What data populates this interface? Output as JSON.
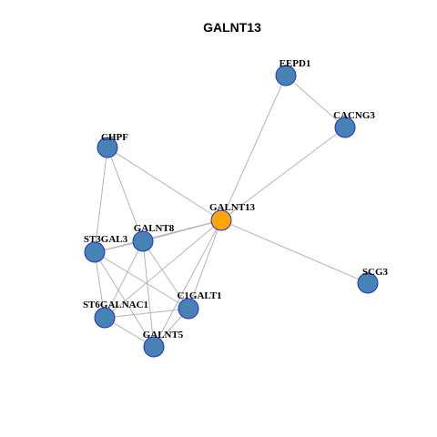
{
  "title": "GALNT13",
  "colors": {
    "background": "#ffffff",
    "edge": "#b4b4b4",
    "node_default_fill": "#4682b4",
    "node_focus_fill": "#ffa500",
    "node_border": "#1f2fd0"
  },
  "nodes": [
    {
      "id": "EEPD1",
      "focus": false
    },
    {
      "id": "CACNG3",
      "focus": false
    },
    {
      "id": "CHPF",
      "focus": false
    },
    {
      "id": "GALNT13",
      "focus": true
    },
    {
      "id": "GALNT8",
      "focus": false
    },
    {
      "id": "ST3GAL3",
      "focus": false
    },
    {
      "id": "SCG3",
      "focus": false
    },
    {
      "id": "C1GALT1",
      "focus": false
    },
    {
      "id": "ST6GALNAC1",
      "focus": false
    },
    {
      "id": "GALNT5",
      "focus": false
    }
  ],
  "edges": [
    [
      "EEPD1",
      "CACNG3"
    ],
    [
      "EEPD1",
      "GALNT13"
    ],
    [
      "CACNG3",
      "GALNT13"
    ],
    [
      "CHPF",
      "GALNT13"
    ],
    [
      "CHPF",
      "GALNT8"
    ],
    [
      "CHPF",
      "ST3GAL3"
    ],
    [
      "GALNT13",
      "GALNT8"
    ],
    [
      "GALNT13",
      "SCG3"
    ],
    [
      "GALNT13",
      "C1GALT1"
    ],
    [
      "GALNT13",
      "GALNT5"
    ],
    [
      "GALNT13",
      "ST6GALNAC1"
    ],
    [
      "GALNT13",
      "ST3GAL3"
    ],
    [
      "GALNT8",
      "ST3GAL3"
    ],
    [
      "GALNT8",
      "ST6GALNAC1"
    ],
    [
      "GALNT8",
      "GALNT5"
    ],
    [
      "GALNT8",
      "C1GALT1"
    ],
    [
      "ST3GAL3",
      "ST6GALNAC1"
    ],
    [
      "ST3GAL3",
      "GALNT5"
    ],
    [
      "ST3GAL3",
      "C1GALT1"
    ],
    [
      "ST6GALNAC1",
      "GALNT5"
    ],
    [
      "ST6GALNAC1",
      "C1GALT1"
    ],
    [
      "C1GALT1",
      "GALNT5"
    ]
  ]
}
